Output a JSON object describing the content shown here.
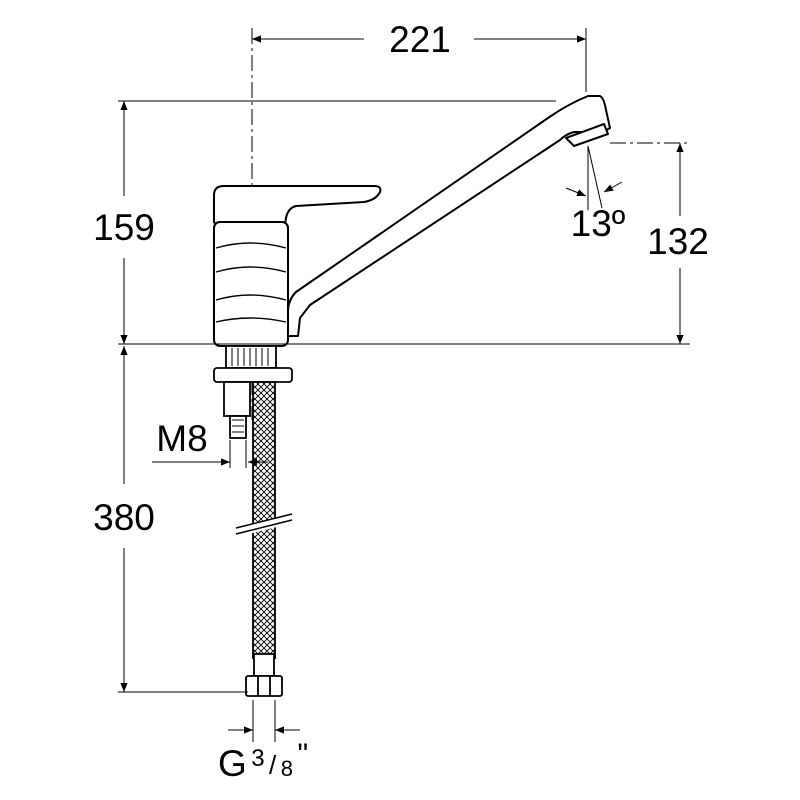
{
  "dimensions": {
    "reach": "221",
    "total_height": "159",
    "spout_height": "132",
    "spout_angle": "13º",
    "hose_length": "380",
    "stud_thread": "M8",
    "hose_connection": {
      "prefix": "G",
      "numerator": "3",
      "slash": "/",
      "denominator": "8",
      "unit": "\""
    }
  },
  "colors": {
    "line": "#000000",
    "background": "#ffffff"
  }
}
